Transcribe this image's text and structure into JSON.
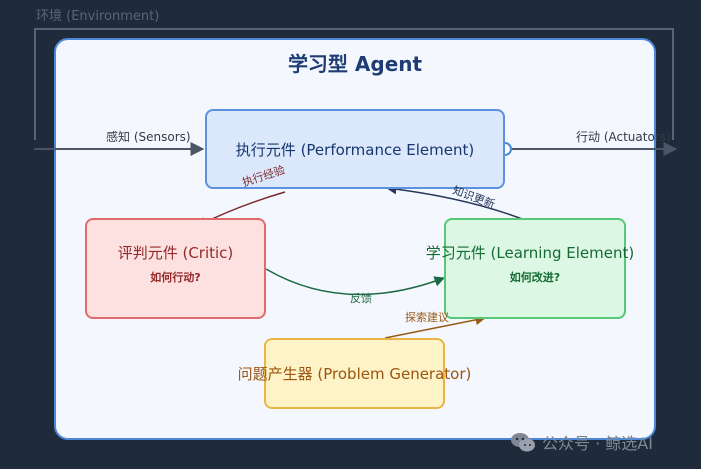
{
  "environment": {
    "label": "环境 (Environment)"
  },
  "agent": {
    "title": "学习型 Agent"
  },
  "components": {
    "performance": {
      "label": "执行元件 (Performance Element)"
    },
    "critic": {
      "label": "评判元件 (Critic)",
      "question": "如何行动?"
    },
    "learning": {
      "label": "学习元件 (Learning Element)",
      "question": "如何改进?"
    },
    "generator": {
      "label": "问题产生器 (Problem Generator)"
    }
  },
  "flows": {
    "sensors": "感知 (Sensors)",
    "actuators": "行动 (Actuators)",
    "experience": "执行经验",
    "knowledge_update": "知识更新",
    "feedback": "反馈",
    "exploration": "探索建议"
  },
  "watermark": {
    "text": "公众号 · 鲸选AI"
  },
  "colors": {
    "background": "#1f2a3b",
    "agent_border": "#4b88d8",
    "performance_border": "#5b91df",
    "critic_border": "#e16a6a",
    "learning_border": "#57c778",
    "generator_border": "#e8b646"
  }
}
